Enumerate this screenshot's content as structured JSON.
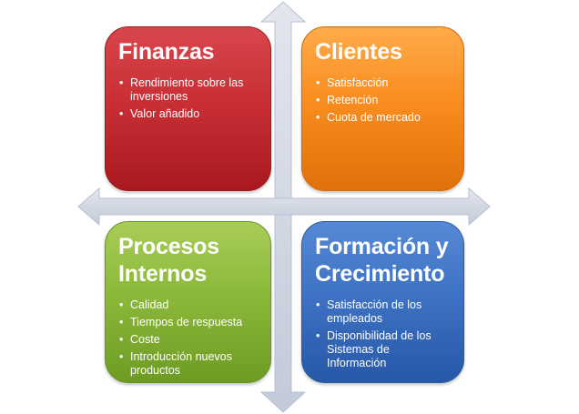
{
  "quadrants": [
    {
      "title": "Finanzas",
      "color": "#c93036",
      "items": [
        "Rendimiento sobre las inversiones",
        "Valor añadido"
      ]
    },
    {
      "title": "Clientes",
      "color": "#f98d1f",
      "items": [
        "Satisfacción",
        "Retención",
        "Cuota de mercado"
      ]
    },
    {
      "title": "Procesos\nInternos",
      "color": "#8cb93a",
      "items": [
        "Calidad",
        "Tiempos de respuesta",
        "Coste",
        "Introducción nuevos productos"
      ]
    },
    {
      "title": "Formación y\nCrecimiento",
      "color": "#3e72c4",
      "items": [
        "Satisfacción de los empleados",
        "Disponibilidad de los Sistemas de Información"
      ]
    }
  ]
}
